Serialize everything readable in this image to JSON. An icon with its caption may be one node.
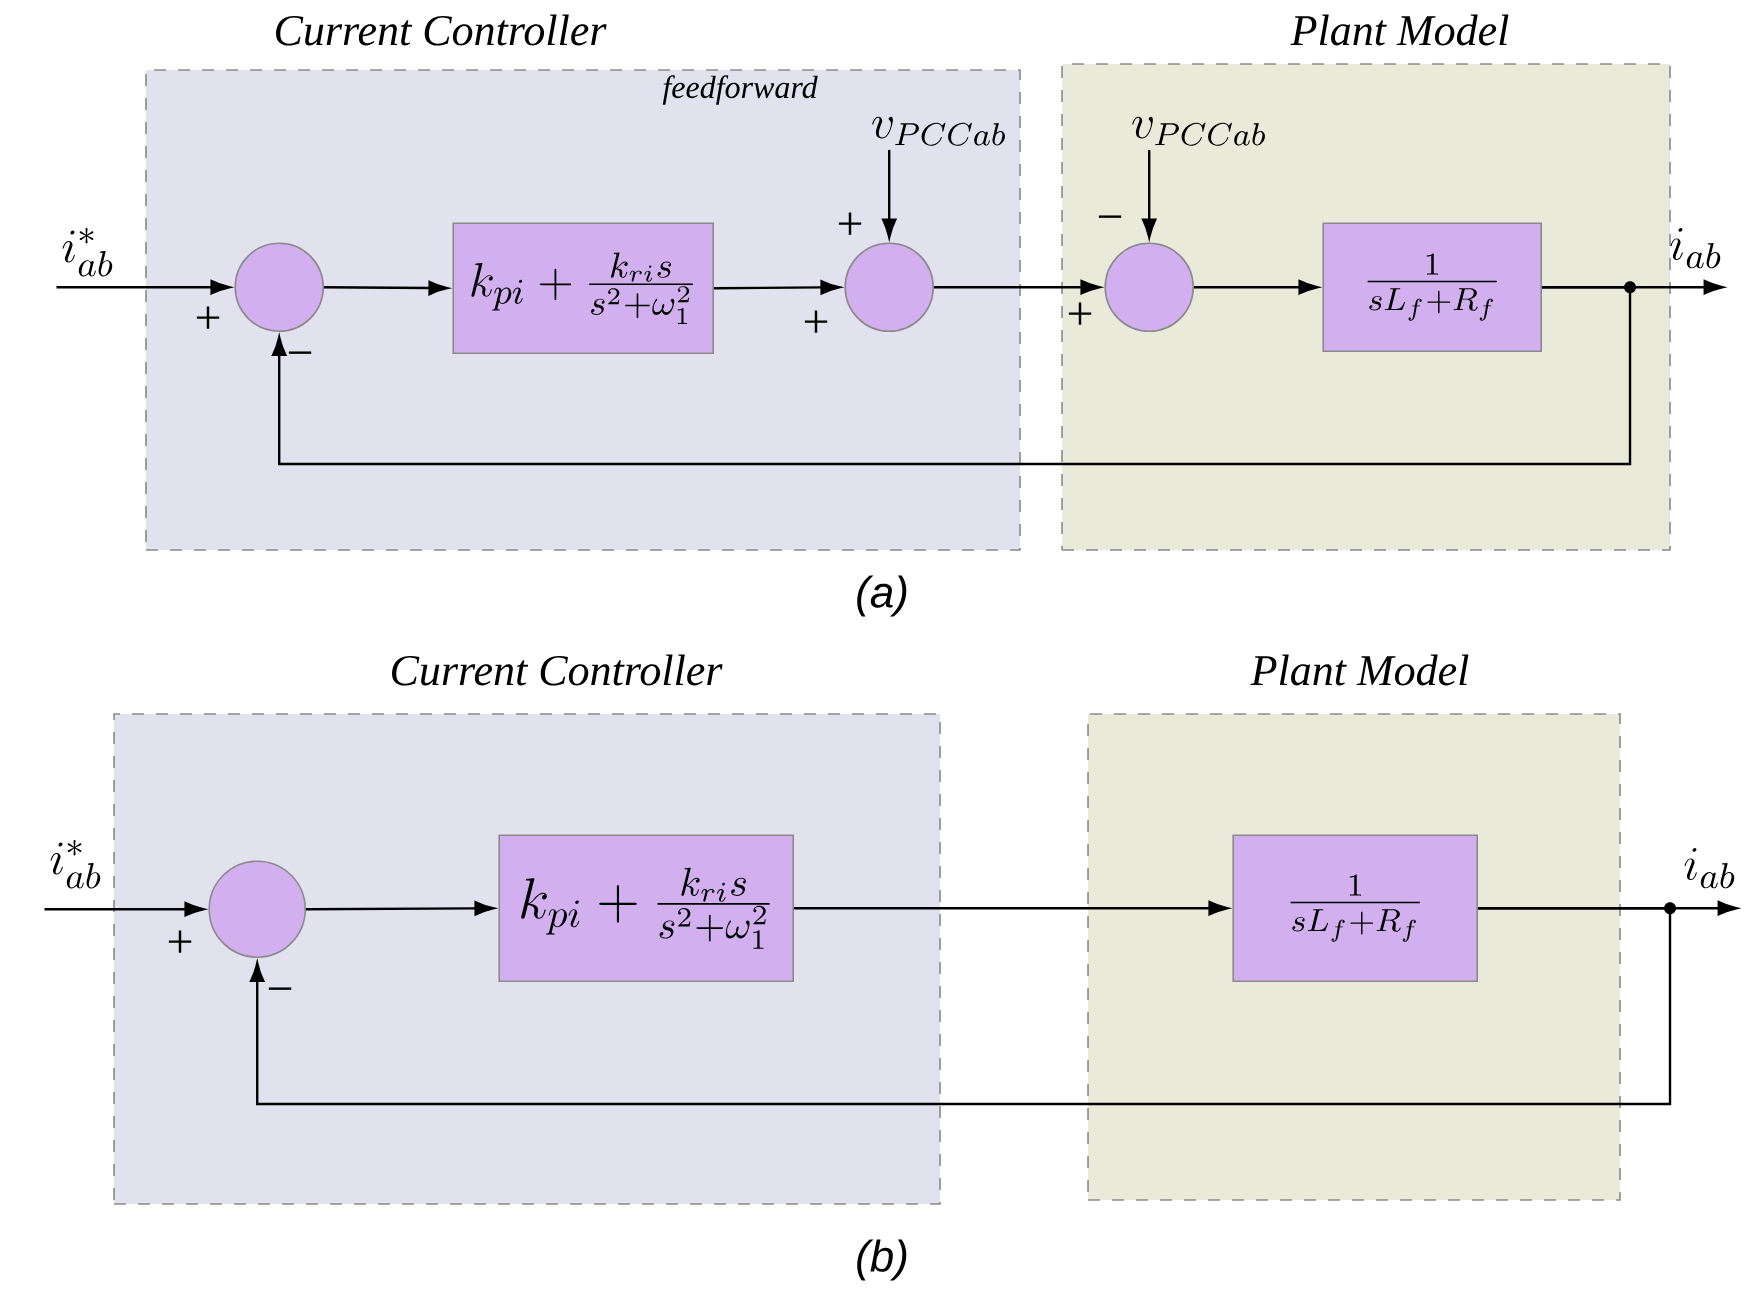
{
  "diagram": {
    "nodes": [
      {
        "text": [
          "Current Controller"
        ]
      },
      {
        "text": [
          "Plant Model"
        ]
      },
      {
        "text": [
          "i_{ab}^{*}"
        ]
      },
      {
        "text": [],
        "shape": "circle",
        "in": 0
      },
      {
        "text": [
          "k_{pi}+\\frac{k_{ri}s}{s^2+\\omega_1^2}"
        ],
        "in": 0
      },
      {
        "text": [
          "v_{PCCab}"
        ],
        "in": 0
      },
      {
        "text": [],
        "shape": "circle",
        "in": 0
      },
      {
        "text": [
          "v_{PCCab}"
        ],
        "in": 1
      },
      {
        "text": [],
        "shape": "circle",
        "in": 1
      },
      {
        "text": [
          "\\frac{1}{sL_f+R_f}"
        ],
        "in": 1
      },
      {
        "text": [
          "i_{ab}"
        ]
      },
      {
        "text": [
          "Current Controller"
        ]
      },
      {
        "text": [
          "Plant Model"
        ]
      },
      {
        "text": [
          "i_{ab}^{*}"
        ]
      },
      {
        "text": [],
        "shape": "circle",
        "in": 11
      },
      {
        "text": [
          "k_{pi}+\\frac{k_{ri}s}{s^2+\\omega_1^2}"
        ],
        "in": 11
      },
      {
        "text": [
          "\\frac{1}{sL_f+R_f}"
        ],
        "in": 12
      },
      {
        "text": [
          "i_{ab}"
        ]
      }
    ],
    "edges": [
      {
        "from": 2,
        "to": 3,
        "arrow": "to"
      },
      {
        "from": 3,
        "to": 4,
        "arrow": "to"
      },
      {
        "from": 4,
        "to": 6,
        "arrow": "to"
      },
      {
        "from": 5,
        "to": 6,
        "arrow": "to"
      },
      {
        "from": 6,
        "to": 8,
        "arrow": "to"
      },
      {
        "from": 7,
        "to": 8,
        "arrow": "to"
      },
      {
        "from": 8,
        "to": 9,
        "arrow": "to"
      },
      {
        "from": 9,
        "to": 10,
        "arrow": "to"
      },
      {
        "from": 9,
        "to": 3,
        "arrow": "to"
      },
      {
        "from": 13,
        "to": 14,
        "arrow": "to"
      },
      {
        "from": 14,
        "to": 15,
        "arrow": "to"
      },
      {
        "from": 15,
        "to": 16,
        "arrow": "to"
      },
      {
        "from": 16,
        "to": 17,
        "arrow": "to"
      },
      {
        "from": 16,
        "to": 14,
        "arrow": "to"
      }
    ],
    "labels": [
      "feedforward",
      "+",
      "−",
      "+",
      "+",
      "+",
      "−",
      "(a)",
      "+",
      "−",
      "(b)"
    ]
  }
}
